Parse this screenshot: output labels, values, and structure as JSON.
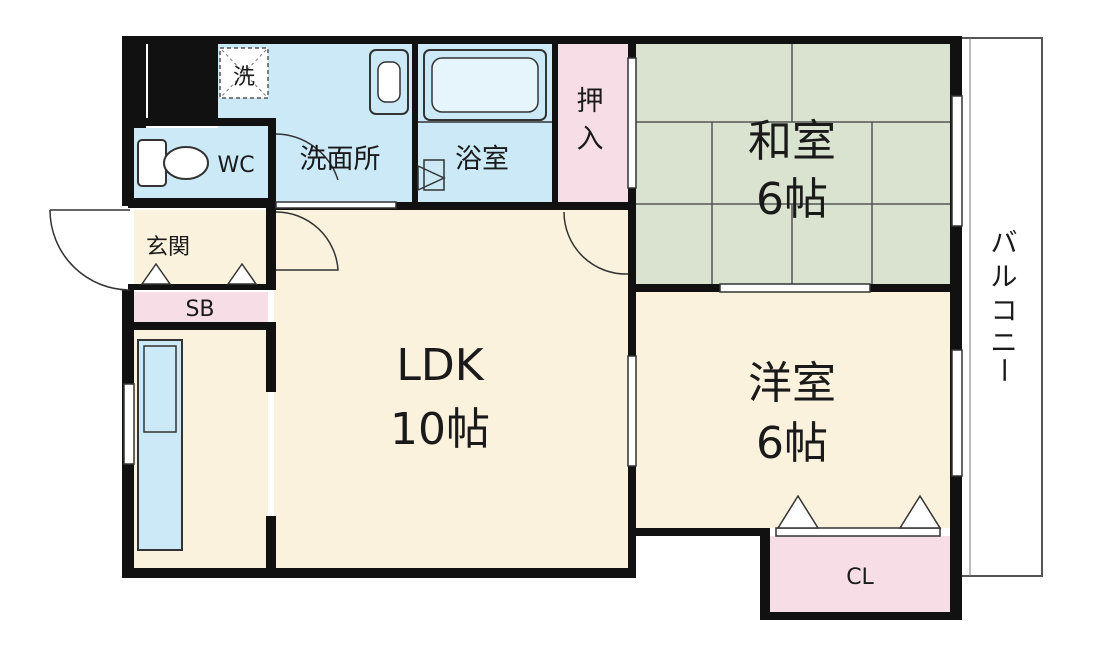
{
  "rooms": {
    "ldk": {
      "name": "LDK",
      "size": "10帖"
    },
    "washitsu": {
      "name": "和室",
      "size": "6帖"
    },
    "yoshitsu": {
      "name": "洋室",
      "size": "6帖"
    },
    "senmen": {
      "name": "洗面所"
    },
    "yokushitsu": {
      "name": "浴室"
    },
    "oshiire": {
      "line1": "押",
      "line2": "入"
    },
    "wc": {
      "name": "WC"
    },
    "genkan": {
      "name": "玄関"
    },
    "sb": {
      "name": "SB"
    },
    "cl": {
      "name": "CL"
    },
    "washer": {
      "name": "洗"
    },
    "balcony": {
      "chars": [
        "バ",
        "ル",
        "コ",
        "ニ",
        "ー"
      ]
    }
  },
  "colors": {
    "wet_area": "#cce9f7",
    "floor": "#fbf2de",
    "tatami": "#d9e3cf",
    "storage": "#f7dde6",
    "wall": "#111111"
  }
}
